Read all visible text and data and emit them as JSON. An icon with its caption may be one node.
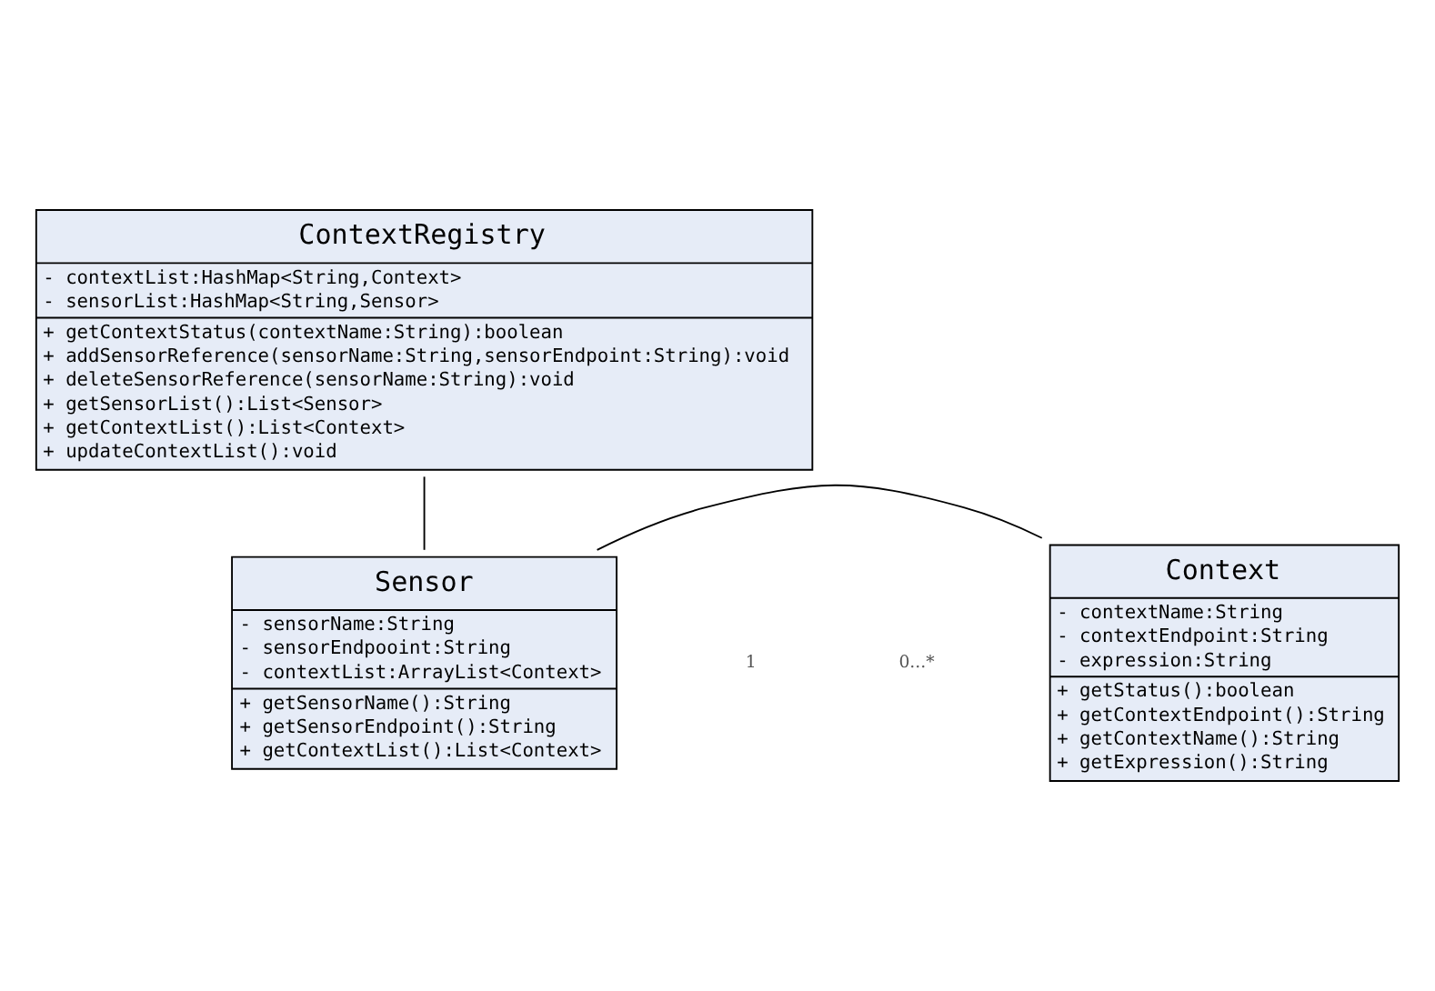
{
  "diagram": {
    "nodes": [
      {
        "text": [
          "ContextRegistry",
          "- contextList:HashMap<String,Context>",
          "- sensorList:HashMap<String,Sensor>",
          "+ getContextStatus(contextName:String):boolean",
          "+ addSensorReference(sensorName:String,sensorEndpoint:String):void",
          "+ deleteSensorReference(sensorName:String):void",
          "+ getSensorList():List<Sensor>",
          "+ getContextList():List<Context>",
          "+ updateContextList():void"
        ]
      },
      {
        "text": [
          "Sensor",
          "- sensorName:String",
          "- sensorEndpooint:String",
          "- contextList:ArrayList<Context>",
          "+ getSensorName():String",
          "+ getSensorEndpoint():String",
          "+ getContextList():List<Context>"
        ]
      },
      {
        "text": [
          "Context",
          "- contextName:String",
          "- contextEndpoint:String",
          "- expression:String",
          "+ getStatus():boolean",
          "+ getContextEndpoint():String",
          "+ getContextName():String",
          "+ getExpression():String"
        ]
      }
    ],
    "edges": [
      {
        "from": 0,
        "to": 1,
        "arrow": "none"
      },
      {
        "from": 1,
        "to": 2,
        "arrow": "none"
      }
    ],
    "labels": [
      "1",
      "0...*"
    ]
  }
}
